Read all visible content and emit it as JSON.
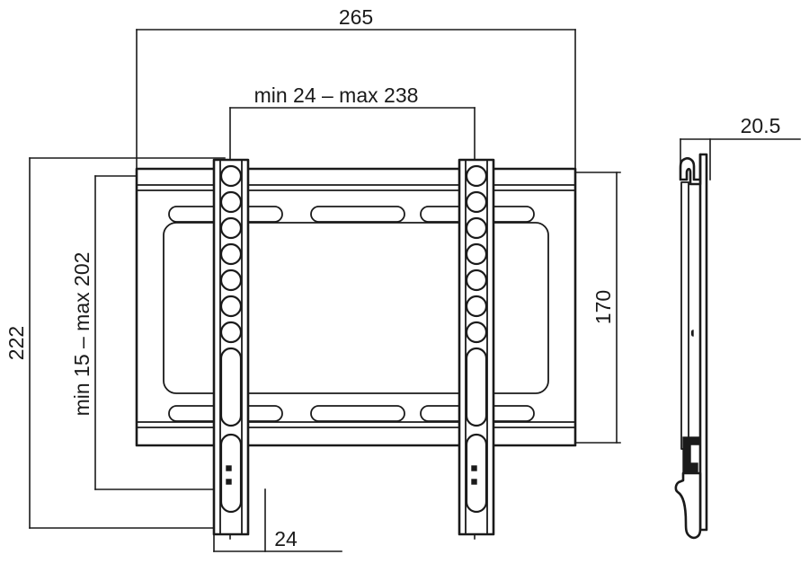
{
  "drawing": {
    "title": "TV wall mount bracket technical drawing",
    "units": "mm",
    "line_color": "#1a1a1a",
    "background_color": "#ffffff",
    "views": {
      "front": {
        "name": "front-view"
      },
      "side": {
        "name": "side-view"
      }
    }
  },
  "dimensions": {
    "overall_width": "265",
    "overall_height": "222",
    "plate_height": "170",
    "vesa_horizontal": "min 24 – max 238",
    "vesa_vertical": "min 15 – max 202",
    "rail_offset_bottom": "24",
    "depth": "20.5"
  },
  "features": {
    "rail_hole_count": 7,
    "rail_count": 2,
    "slot_rows": 2,
    "slots_per_row": 3
  }
}
